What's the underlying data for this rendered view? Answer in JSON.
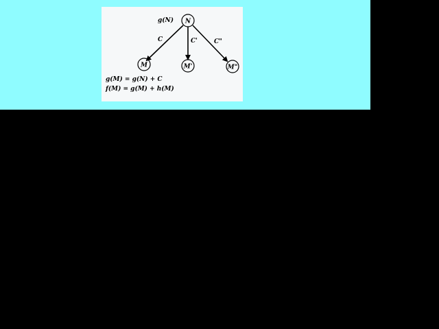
{
  "diagram": {
    "root": {
      "label": "N",
      "annotation": "g(N)"
    },
    "children": [
      {
        "label": "M",
        "edge_label": "C"
      },
      {
        "label": "M'",
        "edge_label": "C'"
      },
      {
        "label": "M\"",
        "edge_label": "C\""
      }
    ],
    "formulas": [
      "g(M) = g(N) + C",
      "f(M) = g(M) + h(M)"
    ]
  },
  "colors": {
    "background": "#000000",
    "band": "#8ffcff",
    "figure": "#f6f8f9",
    "ink": "#000000"
  }
}
